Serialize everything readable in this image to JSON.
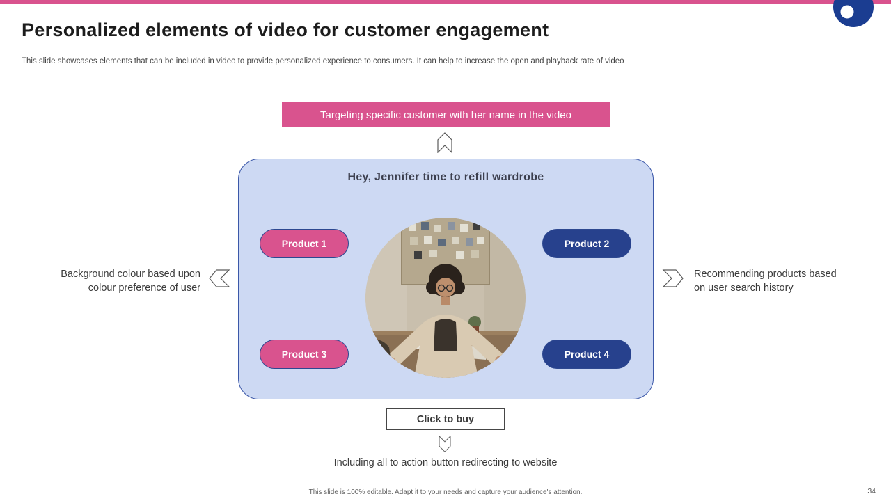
{
  "slide": {
    "title": "Personalized elements of video for customer engagement",
    "subtitle": "This slide showcases elements that can be included in video to provide personalized experience to consumers. It can help to increase the open and playback rate of video",
    "footer": "This slide is 100% editable.  Adapt it to your needs and capture your audience's attention.",
    "page_number": "34"
  },
  "banner": {
    "label": "Targeting specific customer with her name in the video"
  },
  "video_card": {
    "heading": "Hey, Jennifer time to refill wardrobe",
    "products": [
      {
        "label": "Product 1",
        "color": "#D9538E"
      },
      {
        "label": "Product 2",
        "color": "#27418D"
      },
      {
        "label": "Product 3",
        "color": "#D9538E"
      },
      {
        "label": "Product 4",
        "color": "#27418D"
      }
    ],
    "cta_label": "Click to buy",
    "image_description": "woman with curly hair at a desk in front of a pinboard"
  },
  "annotations": {
    "left": {
      "line1": "Background colour based upon",
      "line2": "colour preference of user"
    },
    "right": {
      "line1": "Recommending products based",
      "line2": "on user search history"
    },
    "bottom": "Including  all to action button  redirecting to website"
  },
  "icons": {
    "logo": "crescent-circle-logo",
    "up_arrow": "chevron-up-outline",
    "down_arrow": "chevron-down-outline",
    "left_arrow": "chevron-left-outline",
    "right_arrow": "chevron-right-outline"
  },
  "colors": {
    "accent_pink": "#D9538E",
    "accent_navy": "#27418D",
    "card_background": "#CDD9F3",
    "card_border": "#3B57A8"
  }
}
